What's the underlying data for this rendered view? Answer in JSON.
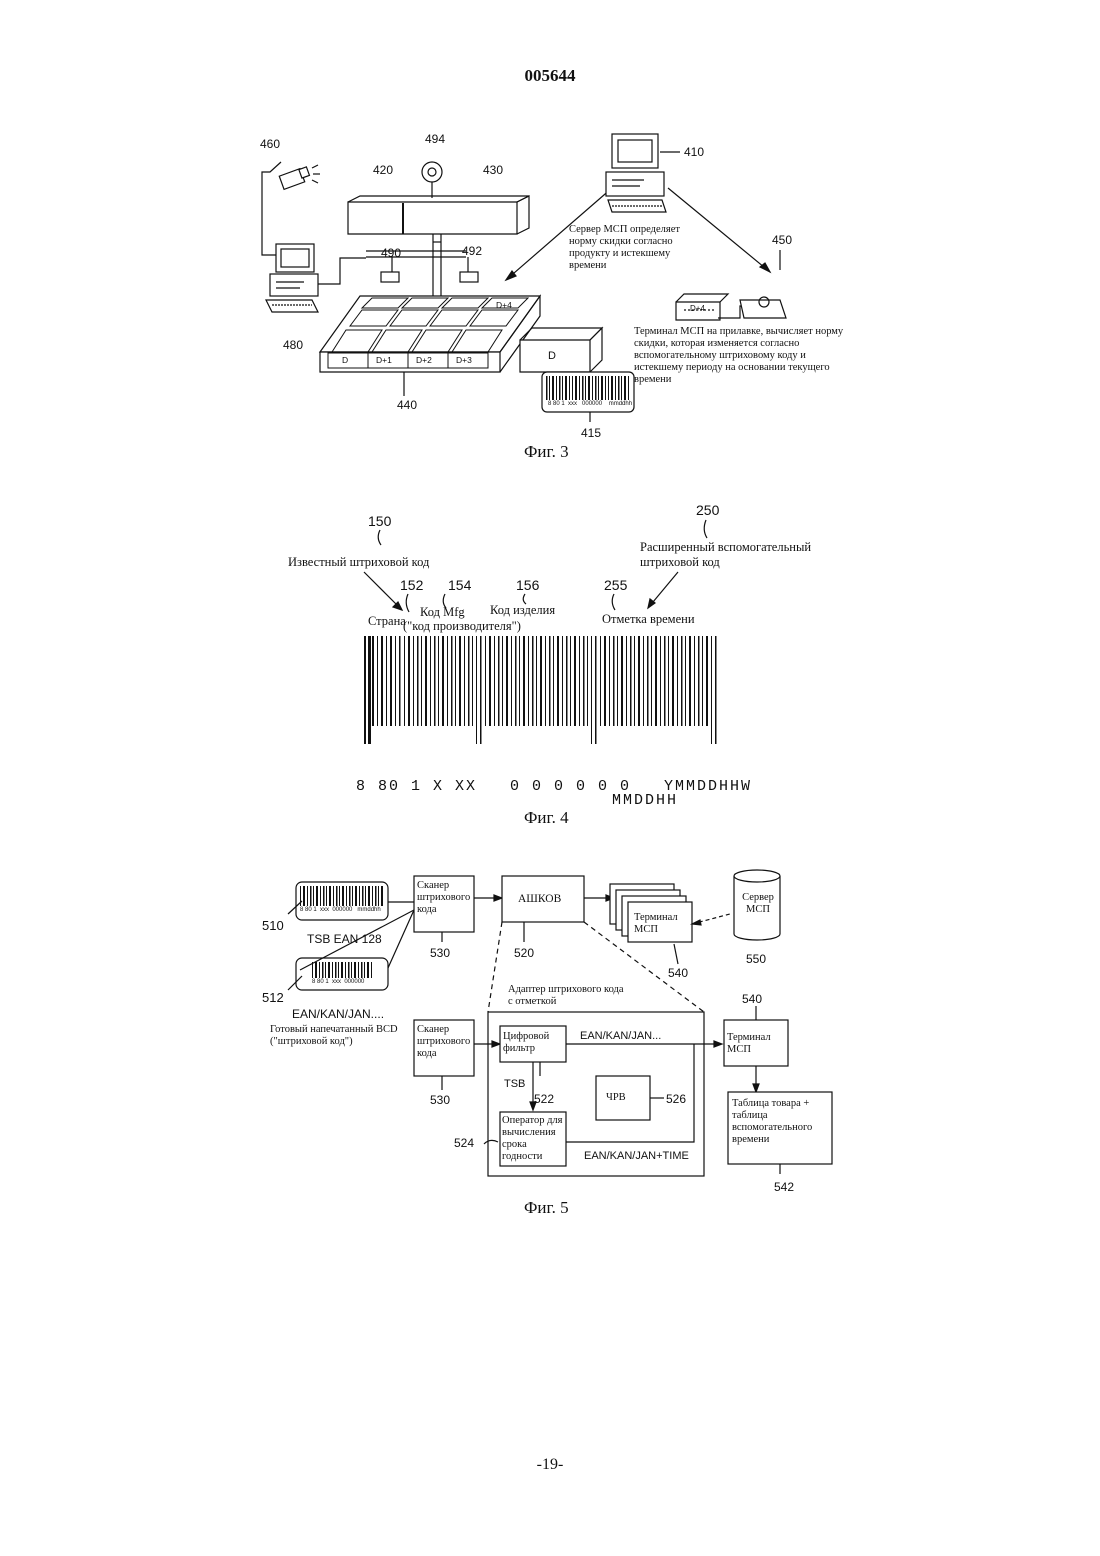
{
  "header": {
    "doc_number": "005644",
    "page_number": "-19-"
  },
  "fig3": {
    "caption": "Фиг. 3",
    "labels": {
      "n460": "460",
      "n494": "494",
      "n420": "420",
      "n430": "430",
      "n410": "410",
      "n450": "450",
      "n490": "490",
      "n492": "492",
      "n480": "480",
      "n440": "440",
      "n415": "415"
    },
    "server_text": "Сервер МСП определяет норму скидки согласно продукту и истекшему времени",
    "terminal_text": "Терминал МСП на прилавке, вычисляет норму скидки, которая изменяется согласно вспомогательному штриховому коду и истекшему периоду на основании текущего времени",
    "tray_cells": [
      "D",
      "D+1",
      "D+2",
      "D+3",
      "D+4"
    ],
    "box_label": "D",
    "counter_label": "D+4",
    "barcode_text": "8 80 1  xxx   000000    mmddhh"
  },
  "fig4": {
    "caption": "Фиг. 4",
    "labels": {
      "n150": "150",
      "n250": "250",
      "n152": "152",
      "n154": "154",
      "n156": "156",
      "n255": "255"
    },
    "known": "Известный штриховой код",
    "extended_1": "Расширенный вспомогательный",
    "extended_2": "штриховой код",
    "country": "Страна",
    "mfg_1": "Код Mfg",
    "mfg_2": "(\"код производителя\")",
    "item": "Код изделия",
    "timestamp": "Отметка времени",
    "digits_1": "8 80 1 X XX   0 0 0 0 0 0   YMMDDHHW",
    "digits_2": "MMDDHH"
  },
  "fig5": {
    "caption": "Фиг. 5",
    "labels": {
      "n510": "510",
      "n512": "512",
      "n530a": "530",
      "n520": "520",
      "n540a": "540",
      "n550": "550",
      "n540b": "540",
      "n530b": "530",
      "n522": "522",
      "n526": "526",
      "n524": "524",
      "n542": "542"
    },
    "tsb": "TSB EAN 128",
    "ean": "EAN/KAN/JAN....",
    "ready_1": "Готовый напечатанный BCD",
    "ready_2": "(\"штриховой код\")",
    "scanner": "Сканер штрихового кода",
    "ashkov": "АШКОВ",
    "terminal": "Терминал МСП",
    "server": "Сервер МСП",
    "adapter_1": "Адаптер штрихового кода",
    "adapter_2": "с отметкой",
    "filter": "Цифровой фильтр",
    "ean_out": "EAN/KAN/JAN...",
    "tsb_short": "TSB",
    "rtc": "ЧРВ",
    "operator": "Оператор для вычисления срока годности",
    "ean_time": "EAN/KAN/JAN+TIME",
    "table": "Таблица товара + таблица вспомогательного времени",
    "small_barcode_1": "8 80 1  xxx  000000   mmddhh",
    "small_barcode_2": "8 80 1  xxx  000000"
  }
}
